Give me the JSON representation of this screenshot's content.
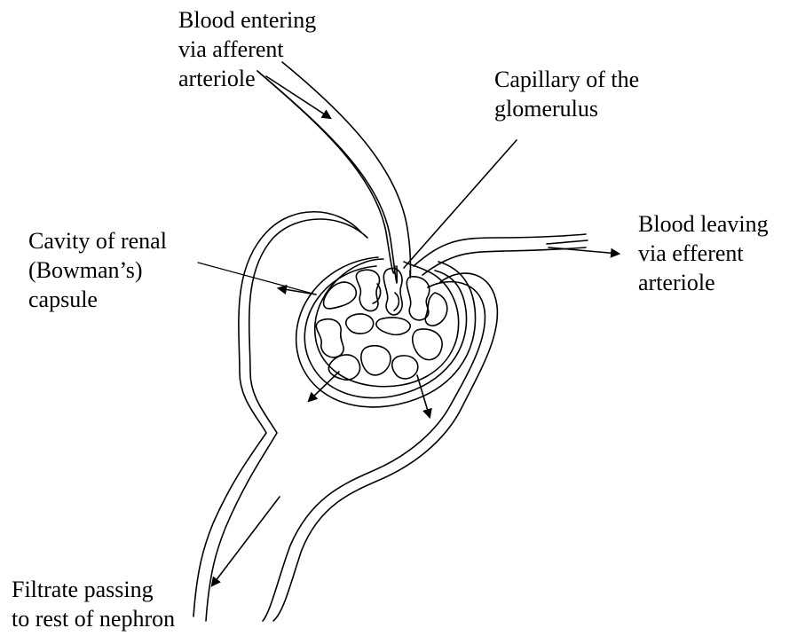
{
  "labels": {
    "afferent": [
      "Blood entering",
      "via afferent",
      "arteriole"
    ],
    "capillary": [
      "Capillary of the",
      "glomerulus"
    ],
    "cavity": [
      "Cavity of renal",
      "(Bowman’s)",
      "capsule"
    ],
    "efferent": [
      "Blood leaving",
      "via efferent",
      "arteriole"
    ],
    "filtrate": [
      "Filtrate passing",
      "to rest of nephron"
    ]
  },
  "colors": {
    "ink": "#000000",
    "background": "#ffffff"
  }
}
